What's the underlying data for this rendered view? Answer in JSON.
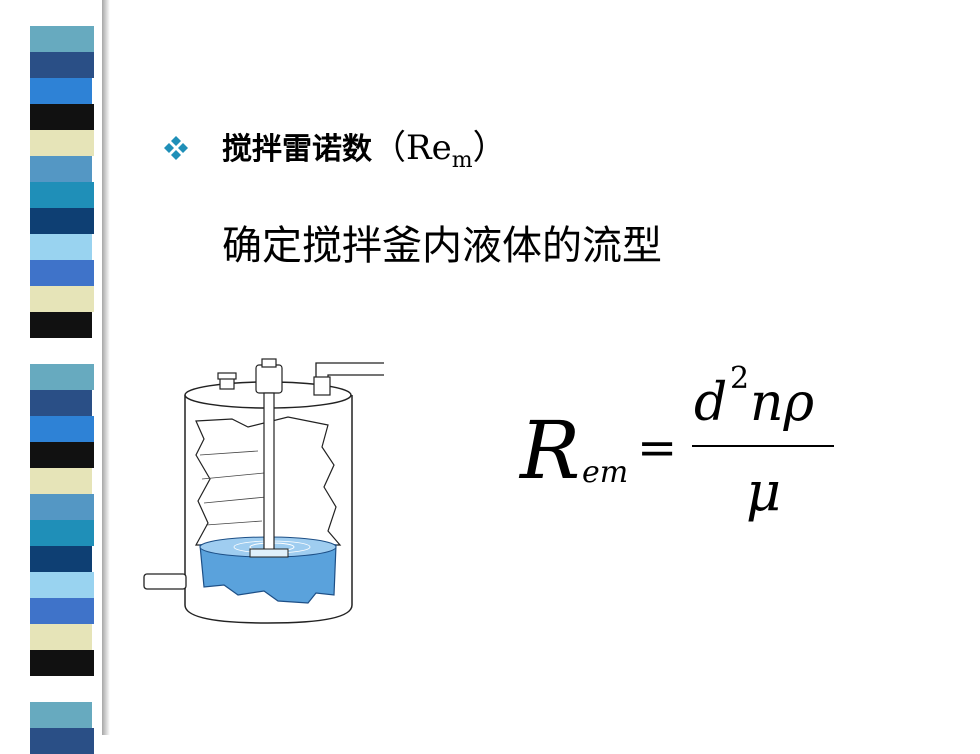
{
  "slide": {
    "heading": "搅拌雷诺数",
    "heading_paren_open": "（",
    "heading_symbol": "Re",
    "heading_subscript": "m",
    "heading_paren_close": "）",
    "subtext": "确定搅拌釜内液体的流型",
    "bullet_icon": "diamond-four-bullet-icon"
  },
  "formula": {
    "lhs": "R",
    "lhs_subscript": "em",
    "equals": "=",
    "numerator_d": "d",
    "numerator_exp": "2",
    "numerator_rest": "nρ",
    "denominator": "μ"
  },
  "colors": {
    "bullet": "#1f8fb8",
    "liquid": "#5aa2dc",
    "stripe": [
      "#ffffff",
      "#67aabf",
      "#2a4f86",
      "#2e82d6",
      "#111111",
      "#e6e4b8",
      "#5497c4",
      "#1f8fb8",
      "#0e3f73",
      "#99d3f0",
      "#3f73c9",
      "#e6e4b8",
      "#111111"
    ]
  }
}
